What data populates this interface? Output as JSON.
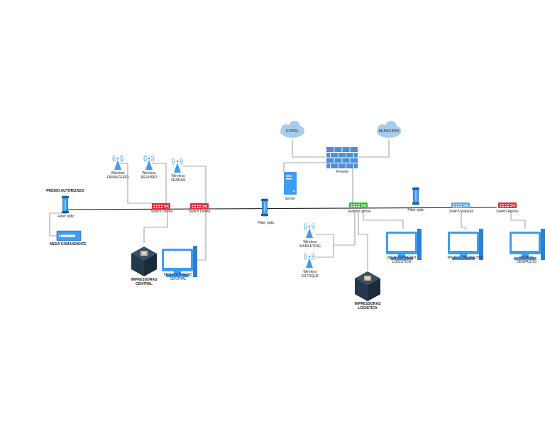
{
  "colors": {
    "blue": "#3d9df0",
    "blue_dark": "#1b5fa8",
    "switch_red": "#e0303a",
    "switch_green": "#3db83d",
    "switch_blue": "#5aa7f2",
    "cloud": "#a7cdec",
    "firewall": "#4f8fd9",
    "printer": "#23384b",
    "line": "#555555"
  },
  "nodes": {
    "copel": "COPEL",
    "municipio": "MUNICIPIO",
    "firewall": "Firewall",
    "server": "Server",
    "predio_autorizado": "PRÉDIO AUTORIZADO",
    "fiber_left": "Fiber optic",
    "mesa_comandante": "MESA COMANDANTE",
    "wifi_financeiro": "Wireless\nFINANCEIRO",
    "wifi_reuniao": "Wireless\nREUNIÃO",
    "wifi_vendas": "Wireless\nVENDAS",
    "switch_direita_1": "Switch Direita",
    "switch_direita_2": "Switch Direita",
    "fiber_middle": "Fiber optic",
    "switch_central": "Switch Central",
    "fiber_right": "Fiber optic",
    "switch_viaturas": "Switch Viaturas",
    "switch_acervo": "Switch Acervo",
    "impressoras_central": "IMPRESSORAS\nCENTRAL",
    "micros_central": "MICROS PRÉDIO\nCENTRAL",
    "wifi_marketing": "Wireless\nMARKETING",
    "wifi_estoque": "Wireless\nESTOQUE",
    "impressoras_logistica": "IMPRESSORAS\nLOGÍSTICA",
    "micros_logistica": "MICROS PRÉDIO\nLOGÍSTICA",
    "micros_despacho_1": "MICROS DESPACHO",
    "micros_despacho_2": "MICROS DESPACHO"
  }
}
